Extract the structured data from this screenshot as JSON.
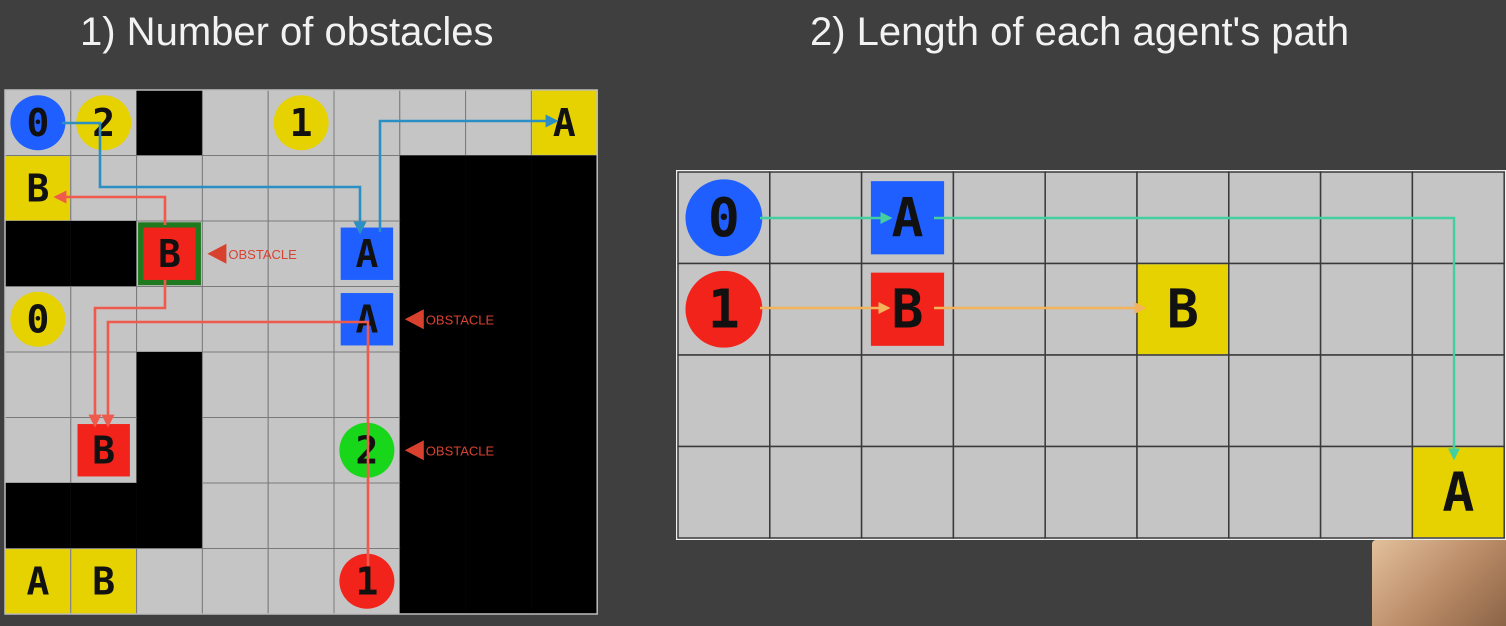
{
  "headings": {
    "left": "1) Number of obstacles",
    "right": "2) Length of each agent's path"
  },
  "left_grid": {
    "cols": 9,
    "rows": 8,
    "blocked": [
      [
        0,
        2
      ],
      [
        1,
        6
      ],
      [
        1,
        7
      ],
      [
        1,
        8
      ],
      [
        2,
        0
      ],
      [
        2,
        1
      ],
      [
        2,
        6
      ],
      [
        2,
        7
      ],
      [
        2,
        8
      ],
      [
        3,
        6
      ],
      [
        3,
        7
      ],
      [
        3,
        8
      ],
      [
        4,
        2
      ],
      [
        4,
        6
      ],
      [
        4,
        7
      ],
      [
        4,
        8
      ],
      [
        5,
        2
      ],
      [
        5,
        6
      ],
      [
        5,
        7
      ],
      [
        5,
        8
      ],
      [
        6,
        0
      ],
      [
        6,
        1
      ],
      [
        6,
        2
      ],
      [
        6,
        6
      ],
      [
        6,
        7
      ],
      [
        6,
        8
      ],
      [
        7,
        6
      ],
      [
        7,
        7
      ],
      [
        7,
        8
      ]
    ],
    "tokens": [
      {
        "kind": "circle",
        "r": 0,
        "c": 0,
        "label": "0",
        "color": "#1f5fff"
      },
      {
        "kind": "circle",
        "r": 0,
        "c": 1,
        "label": "2",
        "color": "#e6d200"
      },
      {
        "kind": "circle",
        "r": 0,
        "c": 4,
        "label": "1",
        "color": "#e6d200"
      },
      {
        "kind": "square",
        "r": 0,
        "c": 8,
        "label": "A",
        "color": "#e6d200",
        "full": true
      },
      {
        "kind": "square",
        "r": 1,
        "c": 0,
        "label": "B",
        "color": "#e6d200",
        "full": true
      },
      {
        "kind": "square",
        "r": 2,
        "c": 2,
        "label": "B",
        "color": "#f2231b",
        "outline": "#1f7a1f"
      },
      {
        "kind": "square",
        "r": 2,
        "c": 5,
        "label": "A",
        "color": "#1f5fff"
      },
      {
        "kind": "circle",
        "r": 3,
        "c": 0,
        "label": "0",
        "color": "#e6d200"
      },
      {
        "kind": "square",
        "r": 3,
        "c": 5,
        "label": "A",
        "color": "#1f5fff"
      },
      {
        "kind": "square",
        "r": 5,
        "c": 1,
        "label": "B",
        "color": "#f2231b"
      },
      {
        "kind": "circle",
        "r": 5,
        "c": 5,
        "label": "2",
        "color": "#18d61a"
      },
      {
        "kind": "square",
        "r": 7,
        "c": 0,
        "label": "A",
        "color": "#e6d200",
        "full": true
      },
      {
        "kind": "square",
        "r": 7,
        "c": 1,
        "label": "B",
        "color": "#e6d200",
        "full": true
      },
      {
        "kind": "circle",
        "r": 7,
        "c": 5,
        "label": "1",
        "color": "#f2231b"
      }
    ],
    "obstacle_labels": [
      {
        "r": 2,
        "c": 2,
        "text": "OBSTACLE"
      },
      {
        "r": 3,
        "c": 5,
        "text": "OBSTACLE"
      },
      {
        "r": 5,
        "c": 5,
        "text": "OBSTACLE"
      }
    ]
  },
  "right_grid": {
    "cols": 9,
    "rows": 4,
    "tokens": [
      {
        "kind": "circle",
        "r": 0,
        "c": 0,
        "label": "0",
        "color": "#1f5fff"
      },
      {
        "kind": "square",
        "r": 0,
        "c": 2,
        "label": "A",
        "color": "#1f5fff"
      },
      {
        "kind": "circle",
        "r": 1,
        "c": 0,
        "label": "1",
        "color": "#f2231b"
      },
      {
        "kind": "square",
        "r": 1,
        "c": 2,
        "label": "B",
        "color": "#f2231b"
      },
      {
        "kind": "square",
        "r": 1,
        "c": 5,
        "label": "B",
        "color": "#e6d200",
        "full": true
      },
      {
        "kind": "square",
        "r": 3,
        "c": 8,
        "label": "A",
        "color": "#e6d200",
        "full": true
      }
    ]
  },
  "colors": {
    "background": "#3f3f3f",
    "cell": "#c5c5c5",
    "grid_line": "#3a3a3a",
    "obstacle_text": "#d9412f",
    "path_blue": "#2b8fc4",
    "path_red": "#f05a4c",
    "path_teal": "#43cfa0",
    "path_orange": "#f2b35a"
  }
}
